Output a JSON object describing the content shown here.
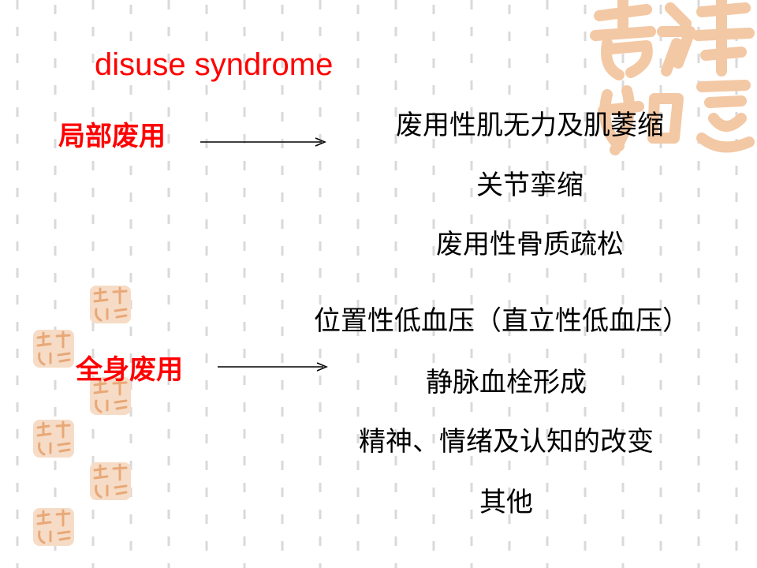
{
  "title": "disuse syndrome",
  "colors": {
    "accent": "#ff0000",
    "text": "#000000",
    "grid": "#d6d6d6",
    "stamp": "#f3c8a4"
  },
  "sections": [
    {
      "label": "局部废用",
      "items": [
        "废用性肌无力及肌萎缩",
        "关节挛缩",
        "废用性骨质疏松"
      ]
    },
    {
      "label": "全身废用",
      "items": [
        "位置性低血压（直立性低血压）",
        "静脉血栓形成",
        "精神、情绪及认知的改变",
        "其他"
      ]
    }
  ]
}
